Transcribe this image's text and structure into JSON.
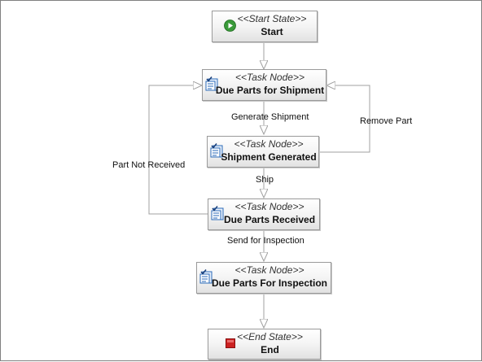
{
  "nodes": {
    "start": {
      "stereotype": "<<Start State>>",
      "name": "Start"
    },
    "due_parts_shipment": {
      "stereotype": "<<Task Node>>",
      "name": "Due Parts for Shipment"
    },
    "shipment_generated": {
      "stereotype": "<<Task Node>>",
      "name": "Shipment Generated"
    },
    "due_parts_received": {
      "stereotype": "<<Task Node>>",
      "name": "Due Parts Received"
    },
    "due_parts_inspection": {
      "stereotype": "<<Task Node>>",
      "name": "Due Parts For Inspection"
    },
    "end": {
      "stereotype": "<<End State>>",
      "name": "End"
    }
  },
  "transitions": {
    "generate_shipment": "Generate Shipment",
    "remove_part": "Remove Part",
    "ship": "Ship",
    "part_not_received": "Part Not Received",
    "send_for_inspection": "Send for Inspection"
  },
  "colors": {
    "edge": "#a0a0a0",
    "start_icon": "#3a9a3a",
    "end_icon": "#cc2222",
    "task_icon": "#2a6ab8"
  },
  "icons": {
    "start": "play-circle-icon",
    "end": "stop-square-icon",
    "task": "task-clipboard-icon"
  }
}
